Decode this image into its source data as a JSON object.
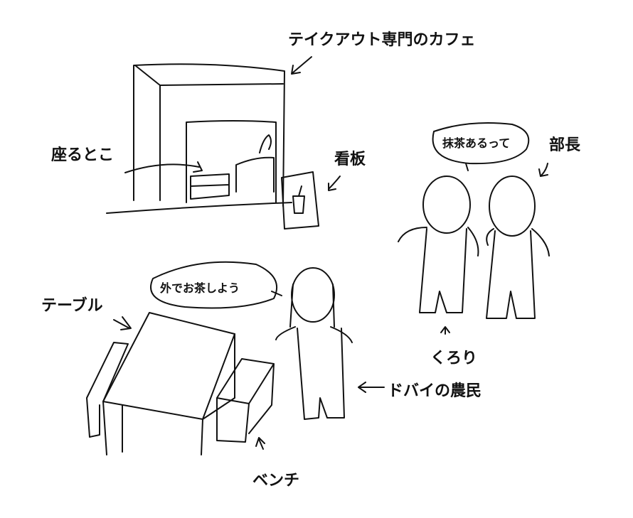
{
  "labels": {
    "cafe": "テイクアウト専門のカフェ",
    "seat": "座るとこ",
    "sign": "看板",
    "buchou": "部長",
    "kurori": "くろり",
    "farmer": "ドバイの農民",
    "table": "テーブル",
    "bench": "ベンチ"
  },
  "speech": {
    "kurori": "抹茶あるって",
    "farmer": "外でお茶しよう"
  },
  "colors": {
    "ink": "#111111",
    "background": "#ffffff"
  }
}
